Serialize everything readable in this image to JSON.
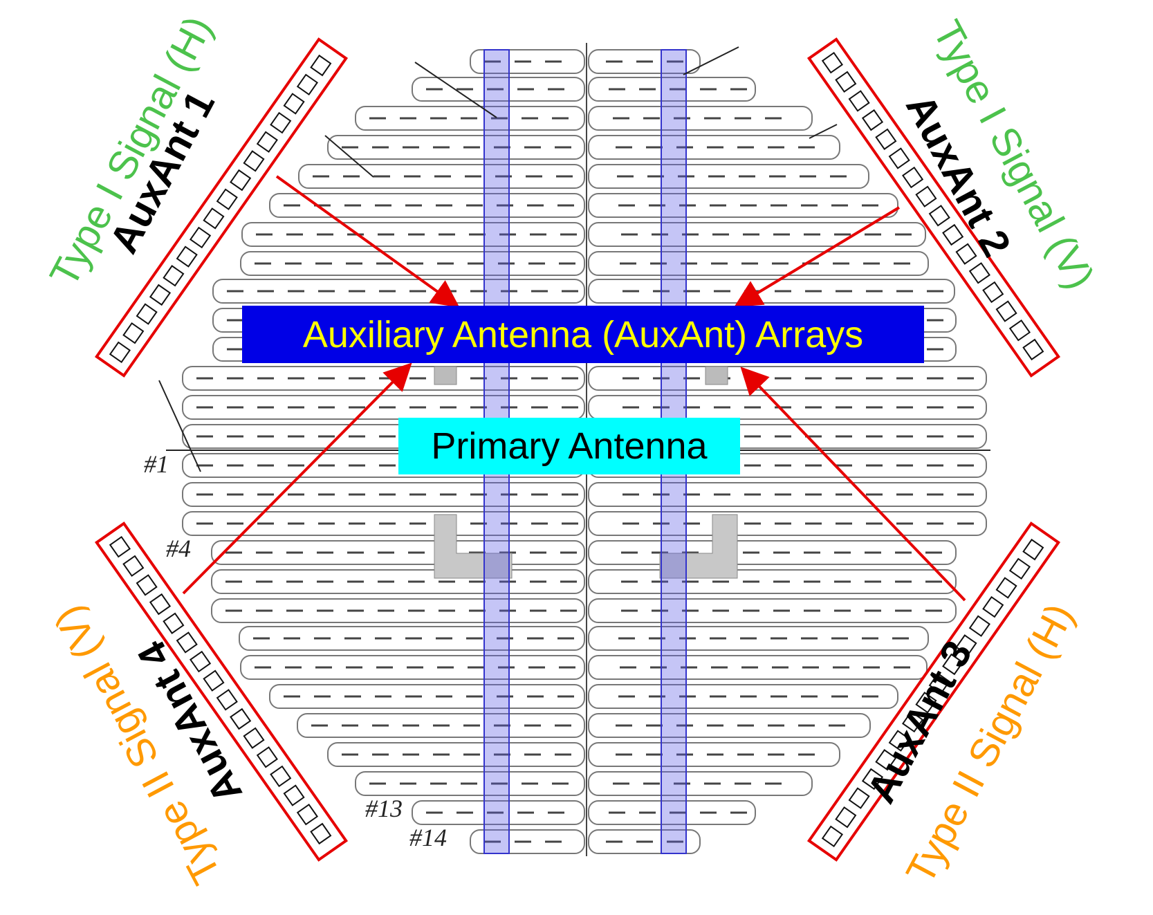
{
  "banners": {
    "aux_arrays": "Auxiliary Antenna (AuxAnt) Arrays",
    "primary": "Primary Antenna"
  },
  "aux_arrays": [
    {
      "title": "AuxAnt 1",
      "signal": "Type I Signal (H)"
    },
    {
      "title": "AuxAnt 2",
      "signal": "Type I Signal (V)"
    },
    {
      "title": "AuxAnt 3",
      "signal": "Type II Signal (H)"
    },
    {
      "title": "AuxAnt 4",
      "signal": "Type II Signal (V)"
    }
  ],
  "row_numbers": [
    "#1",
    "#4",
    "#13",
    "#14"
  ],
  "colors": {
    "aux_box": "#e60000",
    "arrow": "#e60000",
    "strip": "#3333cc",
    "type1": "#4cc24c",
    "type2": "#ff9900"
  }
}
